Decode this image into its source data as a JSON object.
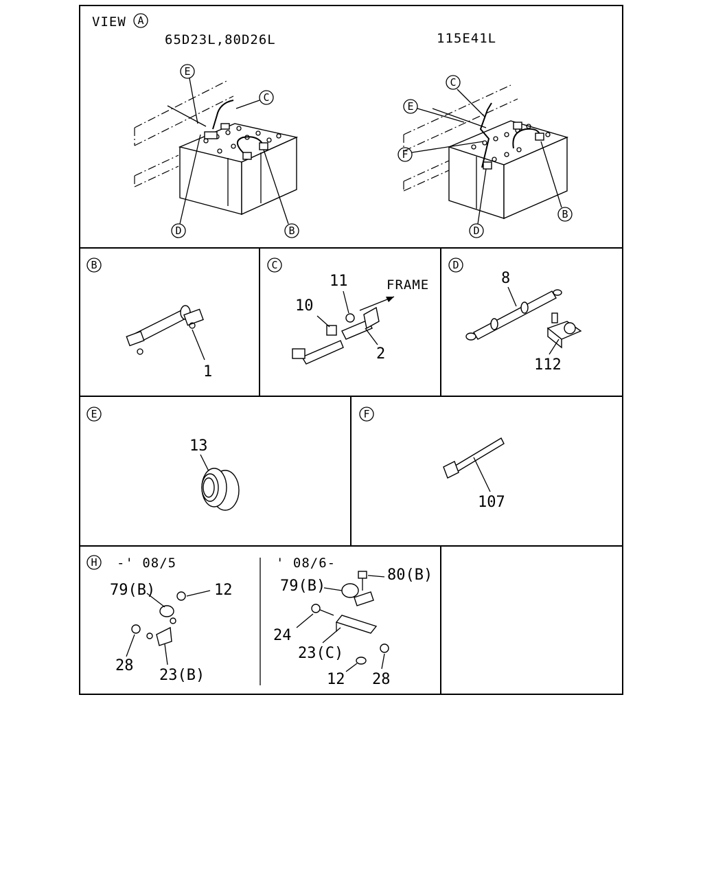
{
  "panels": {
    "view_a": {
      "title": "VIEW",
      "title_mark": "A",
      "left_caption": "65D23L,80D26L",
      "right_caption": "115E41L",
      "left_callouts": [
        "E",
        "C",
        "D",
        "B"
      ],
      "right_callouts": [
        "C",
        "E",
        "F",
        "D",
        "B"
      ]
    },
    "b": {
      "mark": "B",
      "parts": [
        "1"
      ]
    },
    "c": {
      "mark": "C",
      "parts": [
        "11",
        "10",
        "2"
      ],
      "direction": "FRAME"
    },
    "d": {
      "mark": "D",
      "parts": [
        "8",
        "112"
      ]
    },
    "e": {
      "mark": "E",
      "parts": [
        "13"
      ]
    },
    "f": {
      "mark": "F",
      "parts": [
        "107"
      ]
    },
    "h": {
      "mark": "H",
      "left_period": "-' 08/5",
      "right_period": "' 08/6-",
      "left_parts": [
        "79(B)",
        "12",
        "28",
        "23(B)"
      ],
      "right_parts": [
        "79(B)",
        "80(B)",
        "24",
        "23(C)",
        "12",
        "28"
      ]
    }
  }
}
